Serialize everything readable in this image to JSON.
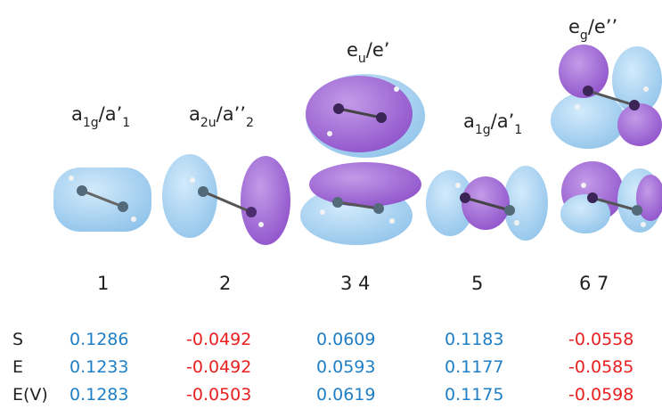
{
  "orbitals": [
    {
      "label_main": "a",
      "label_sub": "1g",
      "label_mid": "/a’",
      "label_sub2": "1",
      "index": "1"
    },
    {
      "label_main": "a",
      "label_sub": "2u",
      "label_mid": "/a’’",
      "label_sub2": "2",
      "index": "2"
    },
    {
      "label_main": "e",
      "label_sub": "u",
      "label_mid": "/e’",
      "label_sub2": "",
      "index": "3 4"
    },
    {
      "label_main": "a",
      "label_sub": "1g",
      "label_mid": "/a’",
      "label_sub2": "1",
      "index": "5"
    },
    {
      "label_main": "e",
      "label_sub": "g",
      "label_mid": "/e’’",
      "label_sub2": "",
      "index": "6 7"
    }
  ],
  "rows": [
    {
      "label": "S",
      "values": [
        "0.1286",
        "-0.0492",
        "0.0609",
        "0.1183",
        "-0.0558"
      ]
    },
    {
      "label": "E",
      "values": [
        "0.1233",
        "-0.0492",
        "0.0593",
        "0.1177",
        "-0.0585"
      ]
    },
    {
      "label": "E(V)",
      "values": [
        "0.1283",
        "-0.0503",
        "0.0619",
        "0.1175",
        "-0.0598"
      ]
    }
  ],
  "colors": {
    "positive_lobe": "#a9d3f0",
    "negative_lobe": "#a46ad6",
    "positive_text": "#1f7fc6",
    "negative_text": "#e82020"
  }
}
